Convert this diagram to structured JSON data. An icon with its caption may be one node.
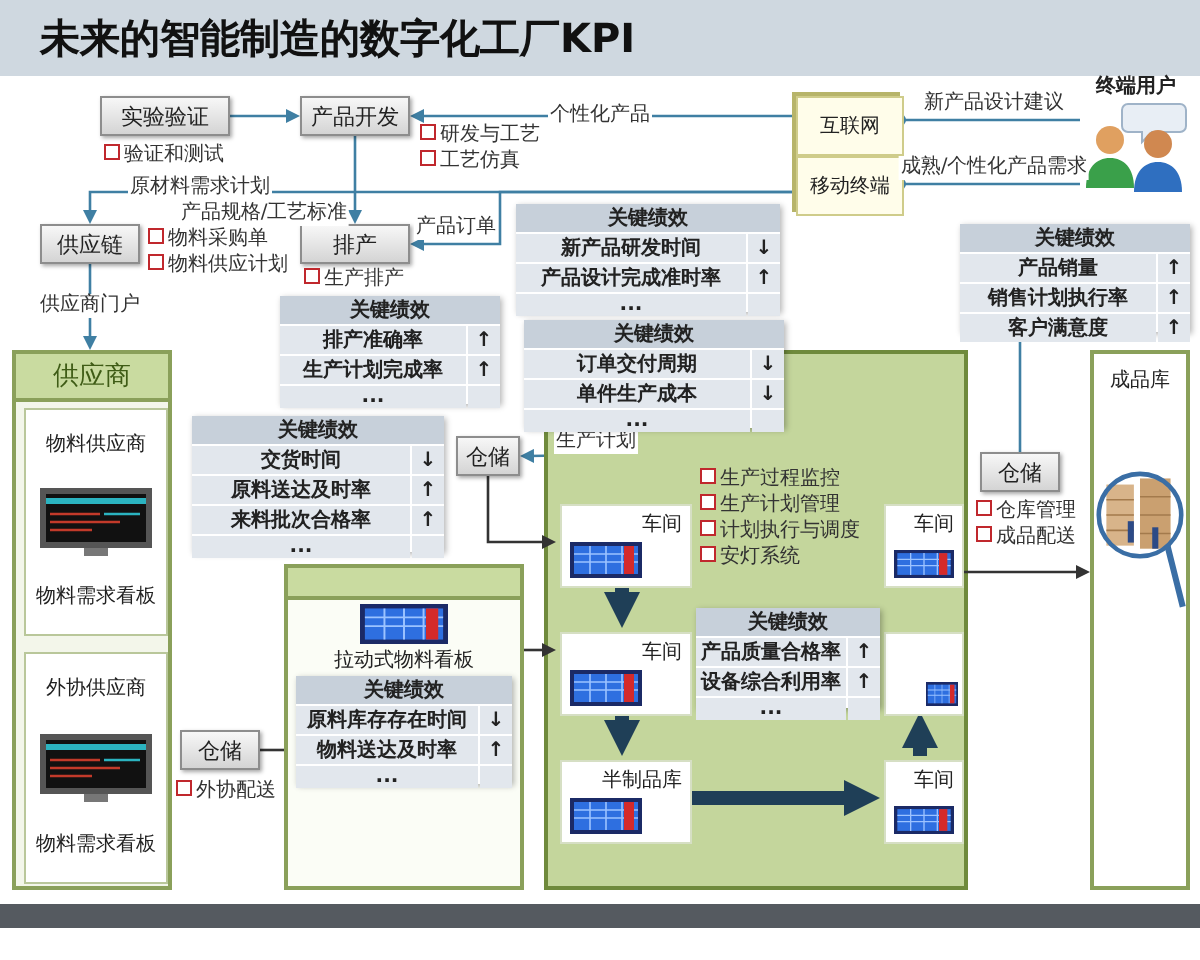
{
  "diagram": {
    "title": "未来的智能制造的数字化工厂KPI",
    "nodes": [
      {
        "text": [
          "实验验证"
        ],
        "beside": [
          "验证和测试"
        ]
      },
      {
        "text": [
          "产品开发"
        ],
        "beside": [
          "研发与工艺",
          "工艺仿真"
        ]
      },
      {
        "text": [],
        "shape": "box"
      },
      {
        "text": [
          "互联网"
        ],
        "in": 2
      },
      {
        "text": [
          "移动终端"
        ],
        "in": 2
      },
      {
        "text": [
          "终端用户"
        ]
      },
      {
        "text": [
          "供应链"
        ],
        "beside": [
          "物料采购单",
          "物料供应计划"
        ]
      },
      {
        "text": [
          "排产"
        ],
        "beside": [
          "生产排产"
        ]
      },
      {
        "text": [
          "关键绩效",
          "新产品研发时间",
          "↓",
          "产品设计完成准时率",
          "↑",
          "..."
        ]
      },
      {
        "text": [
          "关键绩效",
          "产品销量",
          "↑",
          "销售计划执行率",
          "↑",
          "客户满意度",
          "↑"
        ]
      },
      {
        "text": [
          "关键绩效",
          "排产准确率",
          "↑",
          "生产计划完成率",
          "↑",
          "..."
        ]
      },
      {
        "text": [
          "关键绩效",
          "订单交付周期",
          "↓",
          "单件生产成本",
          "↓",
          "..."
        ]
      },
      {
        "text": [
          "供应商"
        ]
      },
      {
        "text": [
          "物料供应商",
          "物料需求看板"
        ],
        "in": 12
      },
      {
        "text": [
          "外协供应商",
          "物料需求看板"
        ],
        "in": 12
      },
      {
        "text": [
          "关键绩效",
          "交货时间",
          "↓",
          "原料送达及时率",
          "↑",
          "来料批次合格率",
          "↑",
          "..."
        ]
      },
      {
        "text": [
          "拉动式物料看板"
        ]
      },
      {
        "text": [
          "仓储"
        ],
        "beside": [
          "外协配送"
        ]
      },
      {
        "text": [
          "仓储"
        ]
      },
      {
        "text": [
          "关键绩效",
          "原料库存存在时间",
          "↓",
          "物料送达及时率",
          "↑",
          "..."
        ],
        "in": 16
      },
      {
        "text": [],
        "shape": "box"
      },
      {
        "text": [
          "车间"
        ],
        "in": 20
      },
      {
        "text": [
          "车间"
        ],
        "in": 20
      },
      {
        "text": [
          "半制品库"
        ],
        "in": 20
      },
      {
        "text": [
          "车间"
        ],
        "in": 20
      },
      {
        "text": [],
        "shape": "box",
        "in": 20
      },
      {
        "text": [
          "车间"
        ],
        "in": 20
      },
      {
        "text": [
          "关键绩效",
          "产品质量合格率",
          "↑",
          "设备综合利用率",
          "↑",
          "..."
        ],
        "in": 20
      },
      {
        "text": [
          "仓储"
        ],
        "beside": [
          "仓库管理",
          "成品配送"
        ]
      },
      {
        "text": [
          "成品库"
        ]
      }
    ],
    "edges": [
      {
        "from": 0,
        "to": 1,
        "arrow": "to"
      },
      {
        "from": 3,
        "to": 1,
        "arrow": "to",
        "label": "个性化产品"
      },
      {
        "from": 1,
        "to": 7,
        "arrow": "to",
        "label": "产品规格/工艺标准"
      },
      {
        "from": 4,
        "to": 7,
        "arrow": "to",
        "label": "产品订单"
      },
      {
        "from": 4,
        "to": 6,
        "arrow": "to",
        "label": "原材料需求计划"
      },
      {
        "from": 5,
        "to": 3,
        "arrow": "other",
        "label": "新产品设计建议"
      },
      {
        "from": 5,
        "to": 4,
        "arrow": "other",
        "label": "成熟/个性化产品需求"
      },
      {
        "from": 6,
        "to": 12,
        "arrow": "to",
        "label": "供应商门户"
      },
      {
        "from": 20,
        "to": 18,
        "arrow": "to",
        "label": "生产计划"
      },
      {
        "from": 18,
        "to": 21,
        "arrow": "to",
        "color": "#333333"
      },
      {
        "from": 16,
        "to": 22,
        "arrow": "to",
        "color": "#333333"
      },
      {
        "from": 17,
        "to": 16,
        "arrow": "none",
        "color": "#333333"
      },
      {
        "from": 21,
        "to": 22,
        "arrow": "to",
        "style": "thick",
        "color": "#1f3f57"
      },
      {
        "from": 22,
        "to": 23,
        "arrow": "to",
        "style": "thick",
        "color": "#1f3f57"
      },
      {
        "from": 23,
        "to": 26,
        "arrow": "to",
        "style": "thick",
        "color": "#1f3f57"
      },
      {
        "from": 26,
        "to": 25,
        "arrow": "to",
        "style": "thick",
        "color": "#1f3f57"
      },
      {
        "from": 24,
        "to": 29,
        "arrow": "to",
        "color": "#333333"
      },
      {
        "from": 28,
        "to": 9,
        "arrow": "none"
      }
    ],
    "labels": [
      "生产过程监控",
      "生产计划管理",
      "计划执行与调度",
      "安灯系统"
    ]
  }
}
